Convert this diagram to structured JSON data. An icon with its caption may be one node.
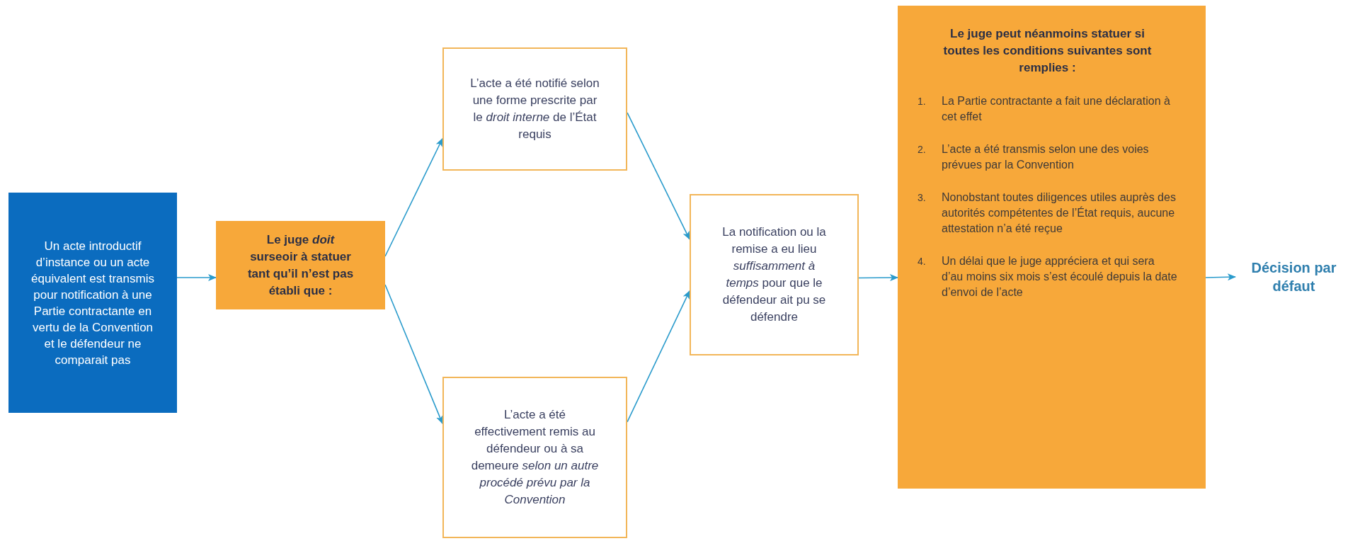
{
  "diagram": {
    "nodes": [
      {
        "text": [
          "Un acte introductif d’instance ou un acte équivalent est transmis pour notification à une Partie contractante en vertu de la Convention et le défendeur ne comparait pas"
        ]
      },
      {
        "text": [
          "Le juge *doit* surseoir à statuer tant qu’il n’est pas établi que :"
        ]
      },
      {
        "text": [
          "L’acte a été notifié selon une forme prescrite par le *droit interne* de l’État requis"
        ]
      },
      {
        "text": [
          "L’acte a été effectivement remis au défendeur ou à sa demeure *selon un autre procédé prévu par la Convention*"
        ]
      },
      {
        "text": [
          "La notification ou la remise a eu lieu *suffisamment à temps* pour que le défendeur ait pu se défendre"
        ]
      },
      {
        "text": [
          "Le juge peut néanmoins statuer si toutes les conditions suivantes sont remplies :",
          "1.",
          "La Partie contractante a fait une déclaration à cet effet",
          "2.",
          "L’acte a été transmis selon une des voies prévues par la Convention",
          "3.",
          "Nonobstant toutes diligences utiles auprès des autorités compétentes de l’État requis, aucune attestation n’a été reçue",
          "4.",
          "Un délai que le juge appréciera et qui sera d’au moins six mois s’est écoulé depuis la date d’envoi de l’acte"
        ]
      },
      {
        "text": [
          "Décision par défaut"
        ]
      }
    ],
    "edges": [
      {
        "from": 0,
        "to": 1,
        "arrow": "to"
      },
      {
        "from": 1,
        "to": 2,
        "arrow": "to"
      },
      {
        "from": 1,
        "to": 3,
        "arrow": "to"
      },
      {
        "from": 2,
        "to": 4,
        "arrow": "to"
      },
      {
        "from": 3,
        "to": 4,
        "arrow": "to"
      },
      {
        "from": 4,
        "to": 5,
        "arrow": "to"
      },
      {
        "from": 5,
        "to": 6,
        "arrow": "to"
      }
    ]
  }
}
